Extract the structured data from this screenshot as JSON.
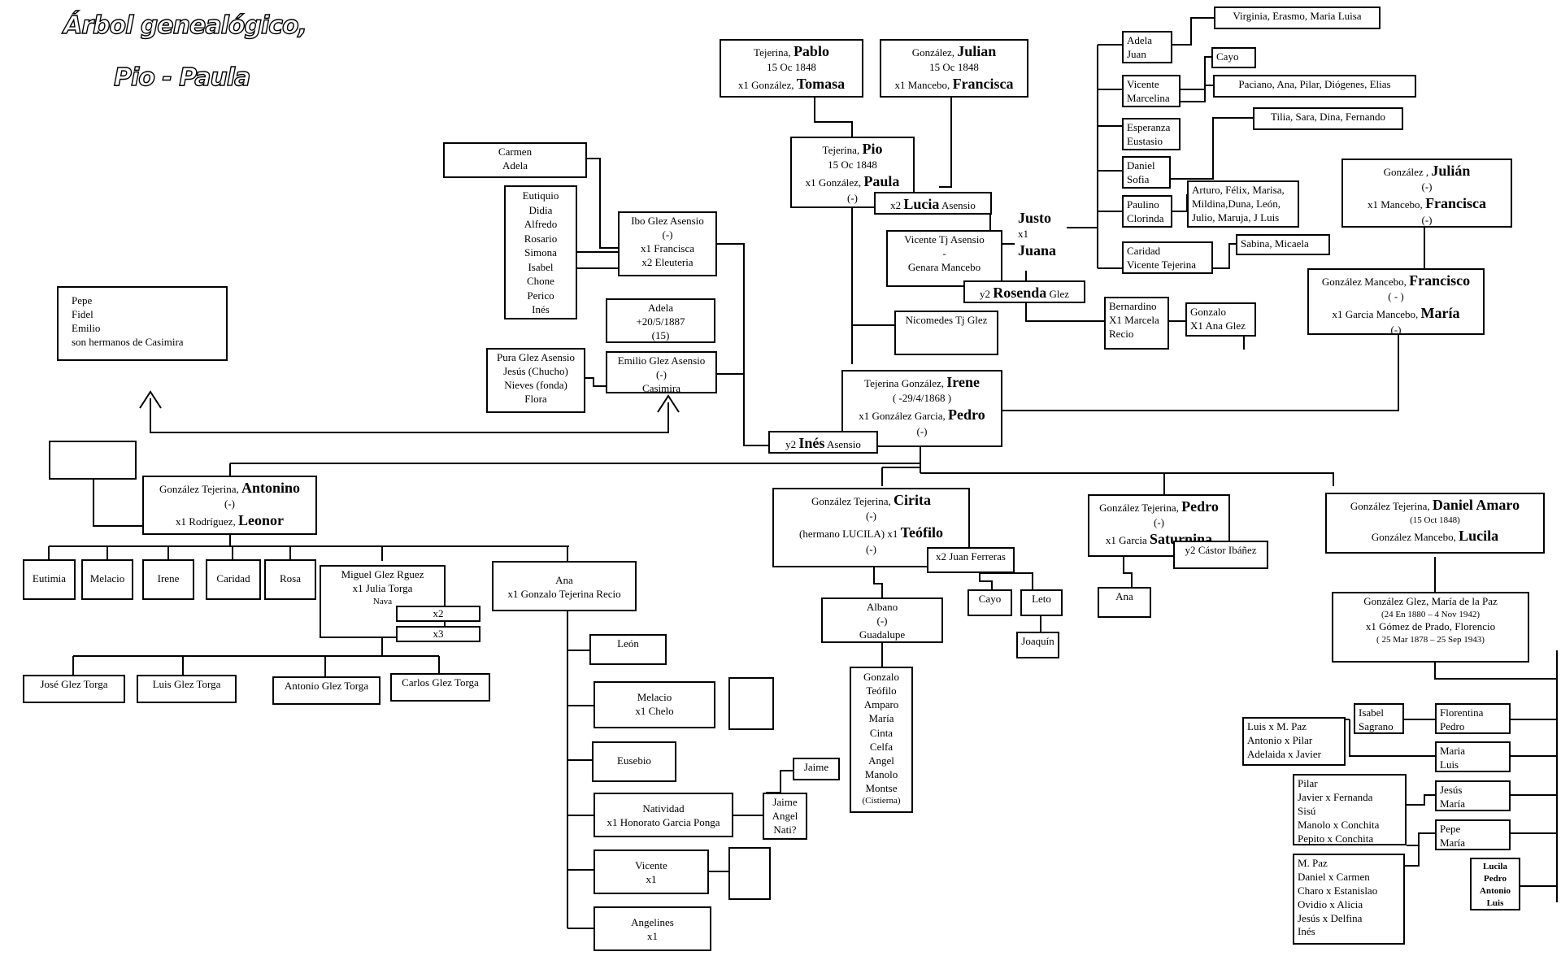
{
  "title": {
    "line1": "Árbol genealógico,",
    "line2": "Pio - Paula"
  },
  "nodes": {
    "pablo": {
      "surname": "Tejerina, ",
      "name": "Pablo",
      "date": "15 Oc 1848",
      "spouse_prefix": "x1 González, ",
      "spouse": "Tomasa"
    },
    "julian_top": {
      "surname": "González, ",
      "name": "Julian",
      "date": "15 Oc 1848",
      "spouse_prefix": "x1 Mancebo, ",
      "spouse": "Francisca"
    },
    "pio": {
      "surname": "Tejerina, ",
      "name": "Pio",
      "date": "15 Oc 1848",
      "spouse_prefix": "x1 González, ",
      "spouse": "Paula",
      "status": "(-)"
    },
    "lucia": {
      "prefix": "x2 ",
      "name": "Lucia",
      "surname": " Asensio"
    },
    "carmen_adela": {
      "l1": "Carmen",
      "l2": "Adela"
    },
    "eutiquio_list": [
      "Eutiquio",
      "Didia",
      "Alfredo",
      "Rosario",
      "Simona",
      "Isabel",
      "Chone",
      "Perico",
      "Inés"
    ],
    "ibo": {
      "l1": "Ibo Glez Asensio",
      "l2": "(-)",
      "l3": "x1 Francisca",
      "l4": "x2 Eleuteria"
    },
    "adela_1887": {
      "l1": "Adela",
      "l2": "+20/5/1887",
      "l3": "(15)"
    },
    "pepe_fidel": {
      "l1": "Pepe",
      "l2": "Fidel",
      "l3": "Emilio",
      "l4": "son hermanos de Casimira"
    },
    "pura": {
      "l1": "Pura Glez Asensio",
      "l2": "Jesús (Chucho)",
      "l3": "Nieves (fonda)",
      "l4": "Flora"
    },
    "emilio": {
      "l1": "Emilio Glez Asensio",
      "l2": "(-)",
      "l3": "Casimira"
    },
    "vicente_genara": {
      "l1": "Vicente Tj Asensio",
      "l2": "-",
      "l3": "Genara Mancebo"
    },
    "justo": {
      "name": "Justo",
      "x1": "x1",
      "spouse": "Juana"
    },
    "rosenda": {
      "prefix": "y2 ",
      "name": "Rosenda",
      "surname": " Glez"
    },
    "nicomedes": {
      "l1": "Nicomedes Tj Glez"
    },
    "bernardino": {
      "l1": "Bernardino",
      "l2": "X1 Marcela",
      "l3": "Recio"
    },
    "gonzalo_ana": {
      "l1": "Gonzalo",
      "l2": "X1 Ana Glez"
    },
    "adela_juan": {
      "l1": "Adela",
      "l2": "Juan"
    },
    "vicente_marcelina": {
      "l1": "Vicente",
      "l2": "Marcelina"
    },
    "esperanza": {
      "l1": "Esperanza",
      "l2": "Eustasio"
    },
    "daniel_sofia": {
      "l1": "Daniel",
      "l2": "Sofia"
    },
    "paulino": {
      "l1": "Paulino",
      "l2": "Clorinda"
    },
    "caridad_top": {
      "l1": "Caridad",
      "l2": "Vicente Tejerina"
    },
    "virginia": {
      "l1": "Virginia, Erasmo, Maria Luisa"
    },
    "cayo_top": {
      "l1": "Cayo"
    },
    "paciano": {
      "l1": "Paciano, Ana, Pilar, Diógenes, Elias"
    },
    "tilia": {
      "l1": "Tilia, Sara, Dina, Fernando"
    },
    "arturo": {
      "l1": "Arturo, Félix, Marisa,",
      "l2": "Mildina,Duna, León,",
      "l3": "Julio, Maruja, J Luis"
    },
    "sabina": {
      "l1": "Sabina, Micaela"
    },
    "julian_right": {
      "surname": "González , ",
      "name": "Julián",
      "status": "(-)",
      "spouse_prefix": "x1 Mancebo, ",
      "spouse": "Francisca",
      "status2": "(-)"
    },
    "francisco": {
      "surname": "González Mancebo, ",
      "name": "Francisco",
      "status": "( - )",
      "spouse_prefix": "x1 Garcia Mancebo, ",
      "spouse": "María",
      "status2": "(-)"
    },
    "irene": {
      "surname": "Tejerina González, ",
      "name": "Irene",
      "date": "( -29/4/1868 )",
      "spouse_prefix": "x1 González Garcia, ",
      "spouse": "Pedro",
      "status": "(-)"
    },
    "ines": {
      "prefix": "y2 ",
      "name": "Inés",
      "surname": " Asensio"
    },
    "empty_left": {
      "l1": ""
    },
    "antonino": {
      "surname": "González Tejerina, ",
      "name": "Antonino",
      "status": "(-)",
      "spouse_prefix": "x1 Rodríguez, ",
      "spouse": "Leonor"
    },
    "eutimia": {
      "l1": "Eutimia"
    },
    "melacio": {
      "l1": "Melacio"
    },
    "irene_small": {
      "l1": "Irene"
    },
    "caridad_small": {
      "l1": "Caridad"
    },
    "rosa": {
      "l1": "Rosa"
    },
    "miguel": {
      "l1": "Miguel Glez Rguez",
      "l2": "x1 Julia Torga",
      "l3": "Nava"
    },
    "x2_small": {
      "l1": "x2"
    },
    "x3_small": {
      "l1": "x3"
    },
    "ana_gonzalo": {
      "l1": "Ana",
      "l2": "x1  Gonzalo Tejerina Recio"
    },
    "jose": {
      "l1": "José Glez Torga"
    },
    "luis_torga": {
      "l1": "Luis Glez Torga"
    },
    "antonio_torga": {
      "l1": "Antonio Glez Torga"
    },
    "carlos": {
      "l1": "Carlos Glez Torga"
    },
    "leon": {
      "l1": "León"
    },
    "melacio_chelo": {
      "l1": "Melacio",
      "l2": "x1 Chelo"
    },
    "melacio_empty": {
      "l1": ""
    },
    "eusebio": {
      "l1": "Eusebio"
    },
    "natividad": {
      "l1": "Natividad",
      "l2": "x1 Honorato Garcia Ponga"
    },
    "jaime_angel": {
      "l1": "Jaime",
      "l2": "Angel",
      "l3": "Nati?"
    },
    "jaime": {
      "l1": "Jaime"
    },
    "vicente_x1": {
      "l1": "Vicente",
      "l2": "x1"
    },
    "vicente_empty": {
      "l1": ""
    },
    "angelines": {
      "l1": "Angelines",
      "l2": "x1"
    },
    "cirita": {
      "surname": "González Tejerina, ",
      "name": "Cirita",
      "status": "(-)",
      "mid": "(hermano  LUCILA)  x1  ",
      "spouse": "Teófilo",
      "status2": "(-)"
    },
    "juan_ferreras": {
      "l1": "x2 Juan Ferreras"
    },
    "cayo_small": {
      "l1": "Cayo"
    },
    "leto": {
      "l1": "Leto"
    },
    "joaquin": {
      "l1": "Joaquín"
    },
    "albano": {
      "l1": "Albano",
      "l2": "(-)",
      "l3": "Guadalupe"
    },
    "gonzalo_list": [
      "Gonzalo",
      "Teófilo",
      "Amparo",
      "María",
      "Cinta",
      "Celfa",
      "Angel",
      "Manolo",
      "Montse",
      "(Cistierna)"
    ],
    "pedro_sat": {
      "surname": "González Tejerina, ",
      "name": "Pedro",
      "status": "(-)",
      "spouse_prefix": "x1 Garcia ",
      "spouse": "Saturnina"
    },
    "castor": {
      "l1": "y2 Cástor Ibáñez"
    },
    "ana_small": {
      "l1": "Ana"
    },
    "daniel_amaro": {
      "surname": "González Tejerina, ",
      "name": "Daniel Amaro",
      "date": "(15 Oct 1848)",
      "spouse_prefix": "González Mancebo, ",
      "spouse": "Lucila"
    },
    "maria_paz": {
      "l1": "González Glez, María de la Paz",
      "l2": "(24 En 1880 – 4 Nov 1942)",
      "l3": "x1 Gómez de Prado,  Florencio",
      "l4": "( 25 Mar 1878 – 25 Sep 1943)"
    },
    "isabel_sagrano": {
      "l1": "Isabel",
      "l2": "Sagrano"
    },
    "florentina": {
      "l1": "Florentina",
      "l2": "Pedro"
    },
    "luis_mpaz": {
      "l1": "Luis x M. Paz",
      "l2": "Antonio x Pilar",
      "l3": "Adelaida x Javier"
    },
    "maria_luis": {
      "l1": "Maria",
      "l2": "Luis"
    },
    "pilar_javier": {
      "l1": "Pilar",
      "l2": "Javier x Fernanda",
      "l3": "Sisú",
      "l4": "Manolo x Conchita",
      "l5": "Pepito x Conchita"
    },
    "jesus_maria": {
      "l1": "Jesús",
      "l2": "María"
    },
    "pepe_maria": {
      "l1": "Pepe",
      "l2": "María"
    },
    "mpaz_list": [
      "M. Paz",
      "Daniel x Carmen",
      "Charo x Estanislao",
      "Ovidio x Alicia",
      "Jesús x Delfina",
      "Inés"
    ],
    "lucila_list": [
      "Lucila",
      "Pedro",
      "Antonio",
      "Luis"
    ]
  }
}
